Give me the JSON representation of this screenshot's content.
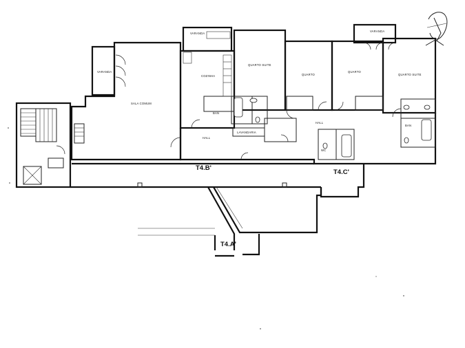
{
  "rooms": {
    "varanda_left": "VARANDA",
    "sala_comum": "SALA COMUM",
    "varanda_kitchen": "VARANDA",
    "cozinha": "COZINHA",
    "quarto_suite_1": "QUARTO SUITE",
    "quarto_1": "QUARTO",
    "quarto_2": "QUARTO",
    "varanda_right": "VARANDA",
    "quarto_suite_2": "QUARTO SUITE",
    "hall_left": "HALL",
    "hall_right": "HALL",
    "lavandaria": "LAVANDARIA",
    "ban": "BAN",
    "wc": "WC",
    "ban2": "BAN"
  },
  "units": {
    "t4b": "T4.B'",
    "t4c": "T4.C'",
    "t4a": "T4.A'"
  },
  "icons": {
    "north": "north-arrow-icon"
  }
}
